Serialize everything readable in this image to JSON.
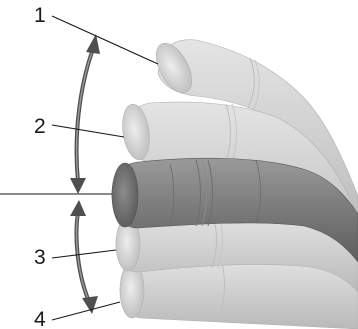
{
  "callouts": [
    {
      "id": "1",
      "label": "1"
    },
    {
      "id": "2",
      "label": "2"
    },
    {
      "id": "3",
      "label": "3"
    },
    {
      "id": "4",
      "label": "4"
    }
  ],
  "positions": [
    {
      "name": "lever-position-1",
      "color": "#c9c9c9"
    },
    {
      "name": "lever-position-2",
      "color": "#cfcfcf"
    },
    {
      "name": "lever-position-neutral",
      "color": "#7c7c7c"
    },
    {
      "name": "lever-position-3",
      "color": "#d2d2d2"
    },
    {
      "name": "lever-position-4",
      "color": "#cdcdcd"
    }
  ],
  "arrow_color": "#555555"
}
